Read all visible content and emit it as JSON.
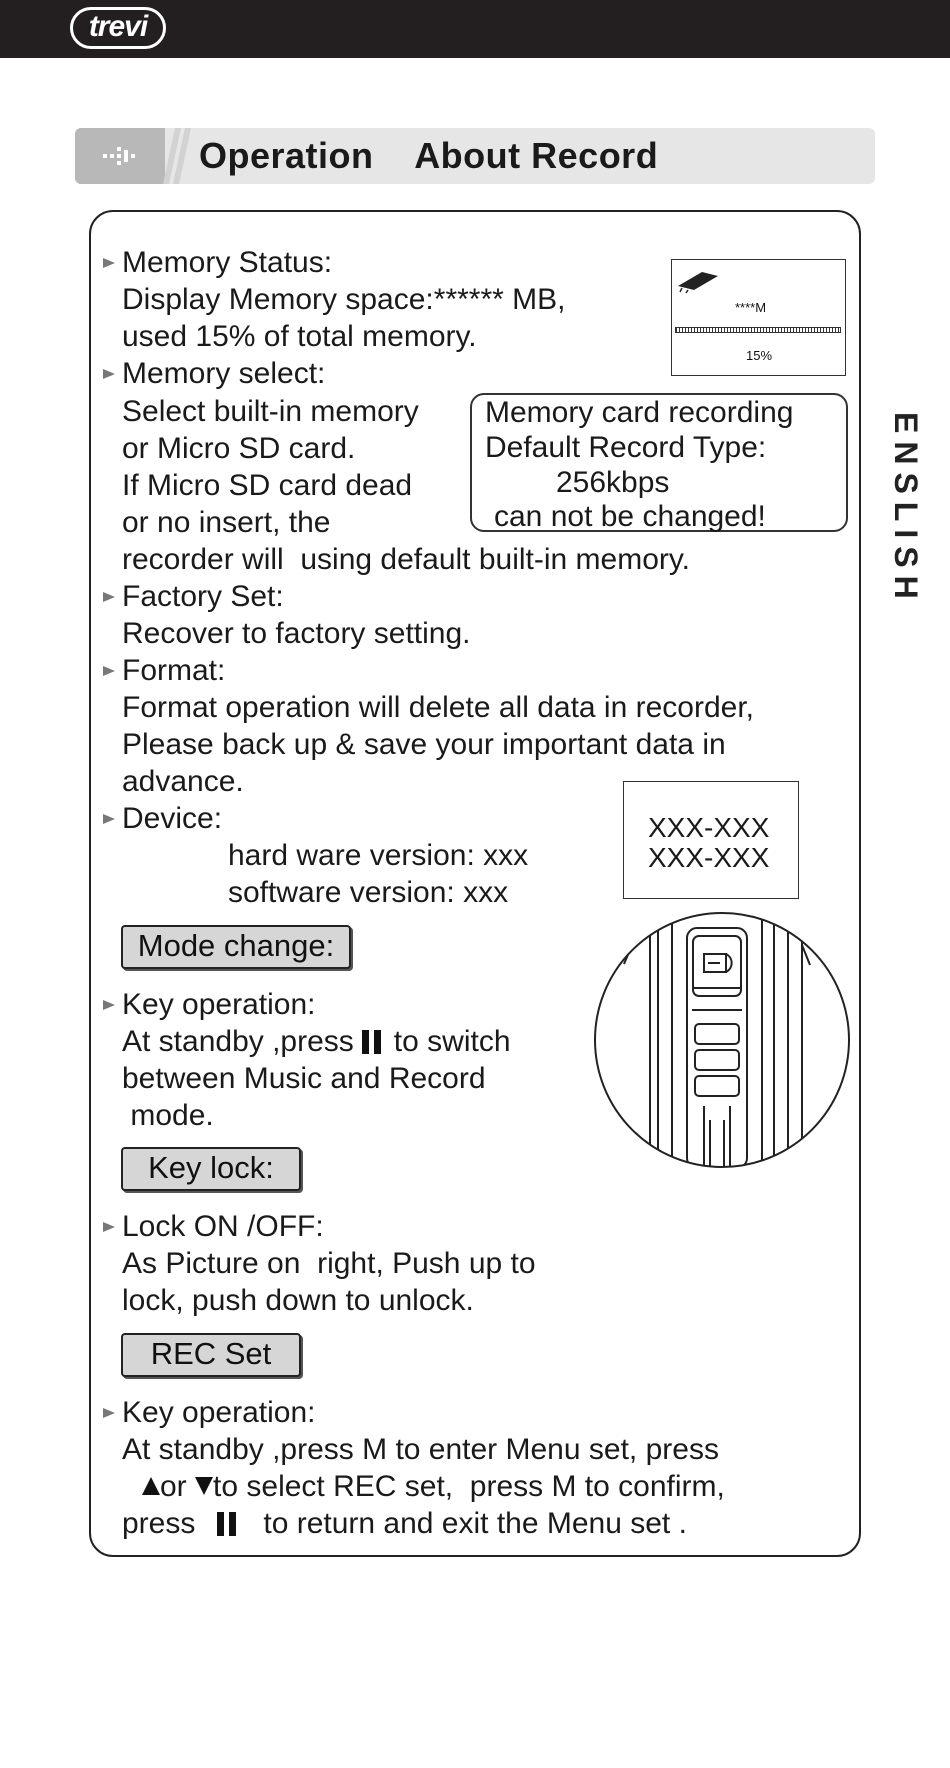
{
  "header": {
    "brand": "trevi"
  },
  "section_title": {
    "label": "Operation    About Record"
  },
  "side_label": "ENSLISH",
  "sections": {
    "memory_status": {
      "heading": "Memory Status:",
      "line1": "Display Memory space:****** MB,",
      "line2": "used 15% of total memory.",
      "display": {
        "size_text": "****M",
        "percent_text": "15%",
        "used_fraction": 0.15
      }
    },
    "memory_select": {
      "heading": "Memory select:",
      "line1": "Select built-in memory",
      "line2": "or Micro SD card.",
      "line3": "If Micro SD card dead",
      "line4": "or no insert, the",
      "line5": "recorder will  using default built-in memory.",
      "note": {
        "line1": "Memory card recording",
        "line2": "Default Record Type:",
        "line3": "256kbps",
        "line4": "can not be changed!"
      }
    },
    "factory_set": {
      "heading": "Factory Set:",
      "line1": "Recover to factory setting."
    },
    "format": {
      "heading": "Format:",
      "line1": "Format operation will delete all data in recorder,",
      "line2": "Please back up & save your important data in",
      "line3": "advance."
    },
    "device": {
      "heading": "Device:",
      "hardware": "hard ware version: xxx",
      "software": "software version: xxx",
      "display": {
        "line1": "XXX-XXX",
        "line2": "XXX-XXX"
      }
    },
    "mode_change": {
      "button": "Mode change:",
      "heading": "Key operation:",
      "line1a": "At standby ,press",
      "line1b": "to switch",
      "line2": "between Music and Record",
      "line3": " mode."
    },
    "key_lock": {
      "button": "Key lock:",
      "heading": "Lock ON /OFF:",
      "line1": "As Picture on  right, Push up to",
      "line2": "lock, push down to unlock."
    },
    "rec_set": {
      "button": "REC Set",
      "heading": "Key operation:",
      "line1": "At standby ,press M to enter Menu set, press",
      "line2a": "or",
      "line2b": "to select REC set,  press M to confirm,",
      "line3a": "press",
      "line3b": "to return and exit the Menu set ."
    }
  },
  "icons": {
    "bullet": "arrow-bullet-icon",
    "pause": "play-pause-icon",
    "up": "up-triangle-icon",
    "down": "down-triangle-icon"
  }
}
